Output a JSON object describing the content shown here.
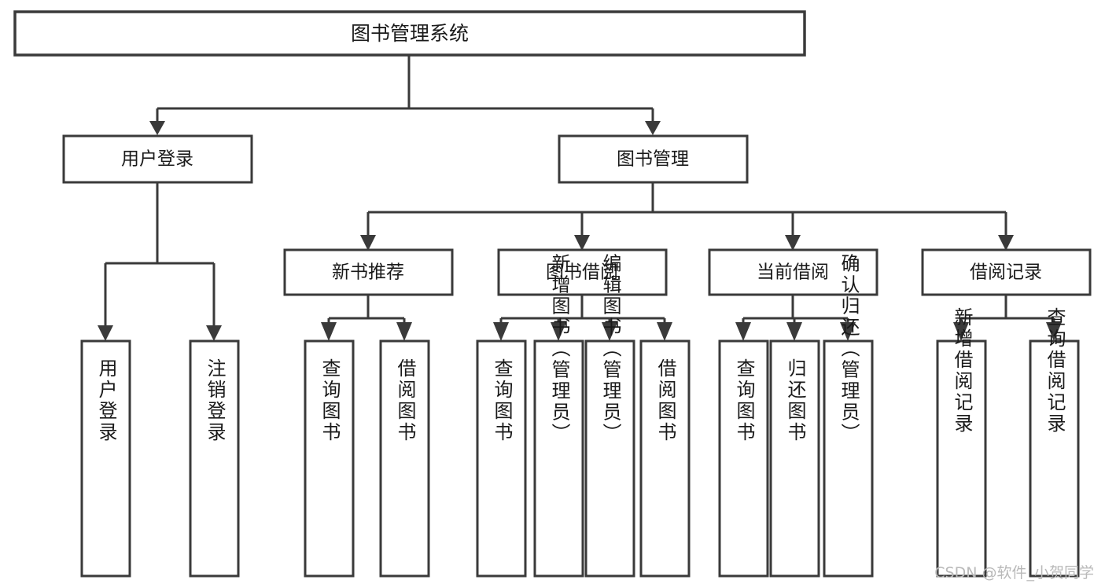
{
  "diagram": {
    "type": "tree-hierarchy",
    "orientation": "top-down",
    "title_node": "图书管理系统",
    "watermark": "CSDN @软件_小贺同学",
    "colors": {
      "stroke": "#3a3a3a",
      "fill": "#ffffff",
      "text": "#1a1a1a",
      "watermark": "#b9b9b9"
    },
    "nodes": {
      "root": {
        "label": "图书管理系统"
      },
      "level2": [
        {
          "label": "用户登录"
        },
        {
          "label": "图书管理"
        }
      ],
      "level3": [
        {
          "label": "新书推荐"
        },
        {
          "label": "图书借阅"
        },
        {
          "label": "当前借阅"
        },
        {
          "label": "借阅记录"
        }
      ],
      "leaves_user_login": [
        {
          "label": "用户登录"
        },
        {
          "label": "注销登录"
        }
      ],
      "leaves_new_book": [
        {
          "label": "查询图书"
        },
        {
          "label": "借阅图书"
        }
      ],
      "leaves_borrow": [
        {
          "label": "查询图书"
        },
        {
          "label": "新增图书（管理员）"
        },
        {
          "label": "编辑图书（管理员）"
        },
        {
          "label": "借阅图书"
        }
      ],
      "leaves_current": [
        {
          "label": "查询图书"
        },
        {
          "label": "归还图书"
        },
        {
          "label": "确认归还（管理员）"
        }
      ],
      "leaves_records": [
        {
          "label": "新增借阅记录"
        },
        {
          "label": "查询借阅记录"
        }
      ]
    }
  }
}
